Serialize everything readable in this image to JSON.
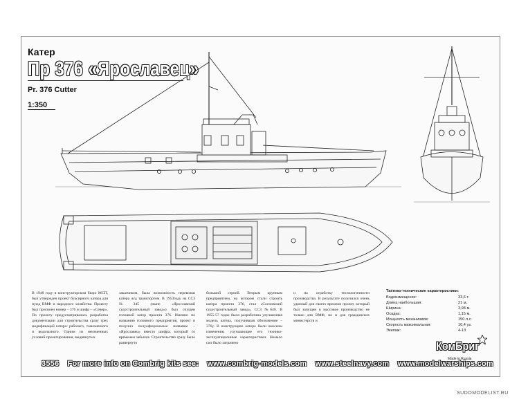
{
  "header": {
    "kind": "Катер",
    "title": "Пр 376 «Ярославец»",
    "subtitle": "Pr. 376 Cutter",
    "scale": "1:350"
  },
  "article": [
    "В 1948 году в конструкторском бюро МСП, был утвержден проект буксирного катера для нужд ВМФ и народного хозяйства. Проекту был присвоен номер – 376 и шифр – «Север». По проекту предусматривалась разработка документации для строительства сразу трех модификаций катера: рабочего, таможенного и водолазного. Одним из неизменных условий проектирования, выдвинутых",
    "заказчиком, была возможность перевозки катера ж/д транспортом. В 1953году на ССЗ №345 (ныне «Ярославский судостроительный завод») был спущен головной катер проекта 376. Именно по названию головного предприятия, проект и получил полуофициальное название – «Ярославец» вместо шифра, который со временем забылся. Строительство сразу было развернуто",
    "большой серией. Вторым крупным предприятием, на котором стали строить катера проекта 376, стал «Сосновский судостроительный завод», ССЗ №640. В 1955-57 годах была разработана улучшенная модель катера, получившая обозначение – 376у. В конструкцию катера были внесены изменения, улучшающие его технико-эксплуатационные характеристики. Немало сил было затрачено",
    "и на отработку технологичности производства. В результате получился очень удачный для своего времени проект, который был запущен в массовое производство не только для ВМФ, но и для гражданских министерств и"
  ],
  "specs": {
    "title": "Тактико-технические характеристики:",
    "rows": [
      {
        "label": "Водоизмещение:",
        "value": "33,6 т."
      },
      {
        "label": "Длина наибольшая:",
        "value": "21 м."
      },
      {
        "label": "Ширина:",
        "value": "3,98 м."
      },
      {
        "label": "Осадка:",
        "value": "1,15 м."
      },
      {
        "label": "Мощность механизмов:",
        "value": "150 л.с."
      },
      {
        "label": "Скорость максимальная:",
        "value": "10,4 уз."
      },
      {
        "label": "Экипаж:",
        "value": "4-13"
      }
    ]
  },
  "footer": {
    "code": "3556",
    "more_info": "For more info on Combrig kits see:",
    "site1": "www.combrig-models.com",
    "site2": "www.steelnavy.com",
    "site3": "www.modelwarships.com"
  },
  "logo": {
    "name": "КомБриг",
    "made_in": "Made in Russia"
  },
  "credit": "SUDOMODELIST.RU"
}
